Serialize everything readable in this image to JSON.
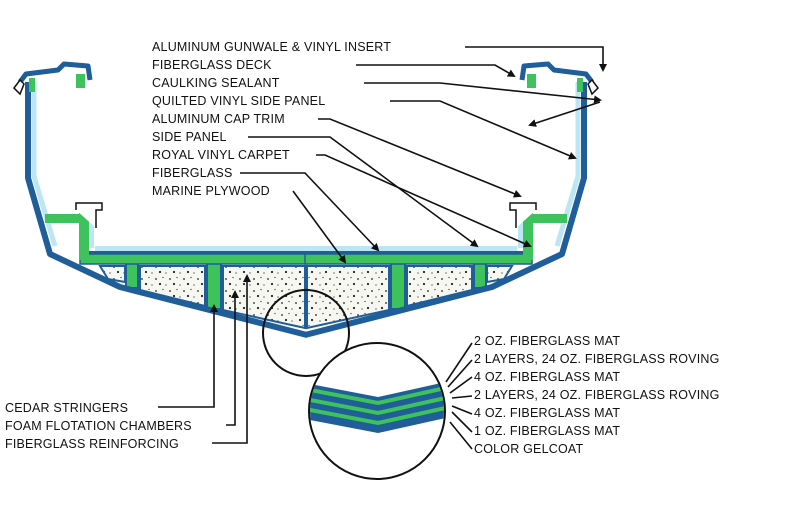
{
  "colors": {
    "hull": "#1f5e98",
    "fiberglass": "#3ec25c",
    "vinyl": "#bde6f4",
    "foam": "#f7f7f2"
  },
  "labels_top": [
    "ALUMINUM GUNWALE & VINYL INSERT",
    "FIBERGLASS DECK",
    "CAULKING SEALANT",
    "QUILTED VINYL SIDE PANEL",
    "ALUMINUM CAP TRIM",
    "SIDE PANEL",
    "ROYAL VINYL CARPET",
    "FIBERGLASS",
    "MARINE PLYWOOD"
  ],
  "labels_bottom_left": [
    "CEDAR STRINGERS",
    "FOAM FLOTATION CHAMBERS",
    "FIBERGLASS REINFORCING"
  ],
  "labels_layers": [
    "2 OZ. FIBERGLASS MAT",
    "2 LAYERS, 24 OZ. FIBERGLASS ROVING",
    "4 OZ. FIBERGLASS MAT",
    "2 LAYERS, 24 OZ. FIBERGLASS ROVING",
    "4 OZ. FIBERGLASS MAT",
    "1 OZ. FIBERGLASS MAT",
    "COLOR GELCOAT"
  ]
}
